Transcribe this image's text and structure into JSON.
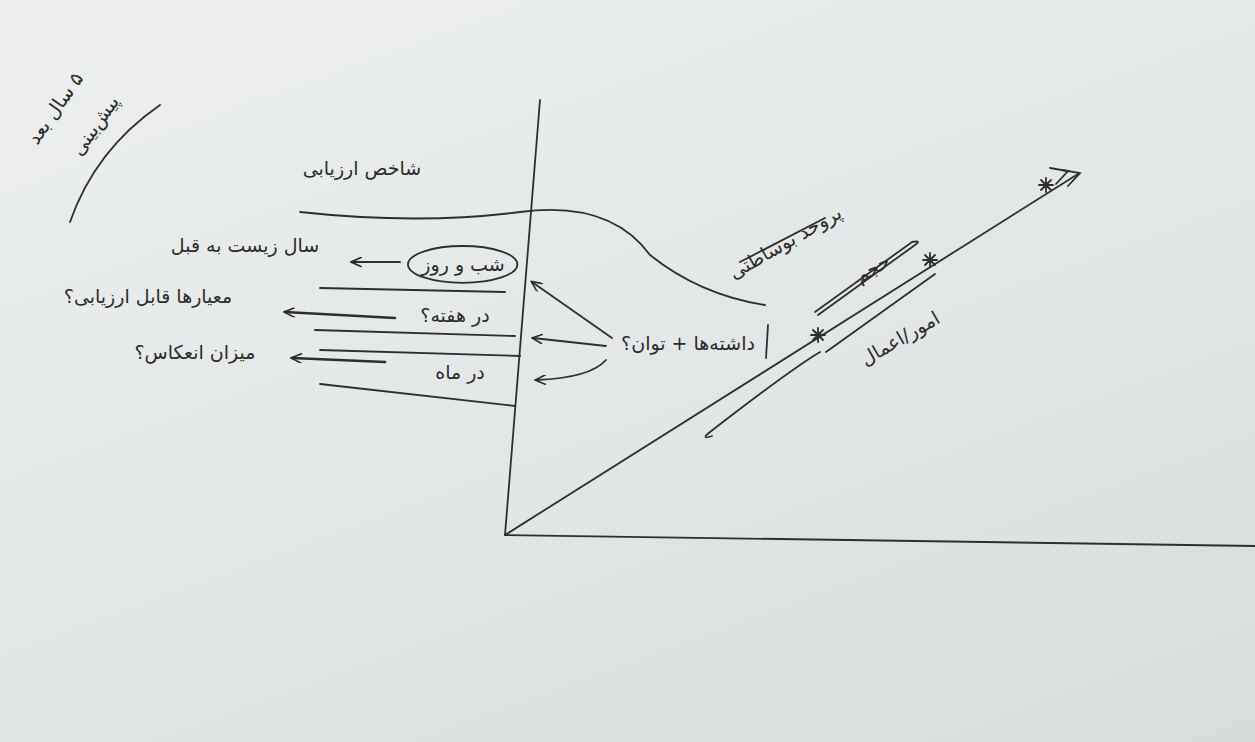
{
  "diagram": {
    "nodes": [
      {
        "text": [
          "شب و روز"
        ]
      }
    ],
    "labels": [
      "۵ سال بعد",
      "پیش‌بینی",
      "شاخص ارزیابی",
      "سال زیست به قبل",
      "معیارها قابل ارزیابی؟",
      "میزان انعکاس؟",
      "در هفته؟",
      "در ماه",
      "داشته‌ها + توان؟",
      "پروحد بوساطتی",
      "حجم",
      "امور/اعمال"
    ]
  }
}
